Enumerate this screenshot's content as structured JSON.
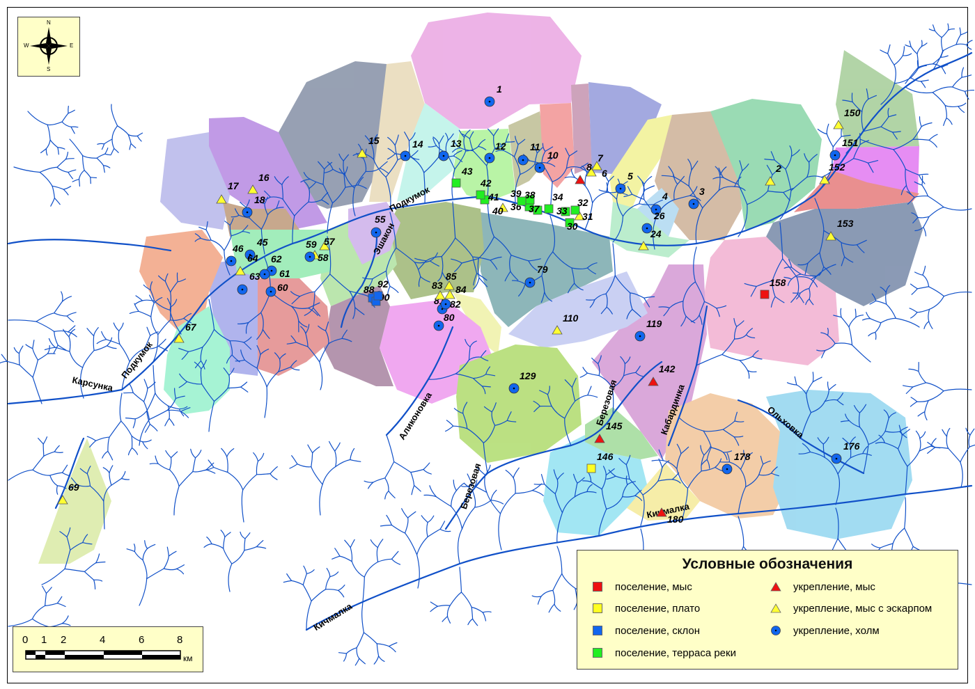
{
  "legend": {
    "title": "Условные обозначения",
    "items": [
      {
        "label": "поселение, мыс",
        "symbol": "square",
        "color": "#ee1111"
      },
      {
        "label": "поселение, плато",
        "symbol": "square",
        "color": "#ffff22"
      },
      {
        "label": "поселение, склон",
        "symbol": "square",
        "color": "#1166ee"
      },
      {
        "label": "поселение, терраса реки",
        "symbol": "square",
        "color": "#22ee22"
      },
      {
        "label": "укрепление, мыс",
        "symbol": "triangle",
        "color": "#ee1111"
      },
      {
        "label": "укрепление, мыс с эскарпом",
        "symbol": "triangle",
        "color": "#ffff33"
      },
      {
        "label": "укрепление, холм",
        "symbol": "circle",
        "color": "#1166ee"
      }
    ]
  },
  "compass": {
    "n": "N",
    "s": "S",
    "e": "E",
    "w": "W"
  },
  "scale": {
    "ticks": [
      "0",
      "1",
      "2",
      "4",
      "6",
      "8"
    ],
    "unit": "км"
  },
  "rivers": [
    "Подкумок",
    "Эшакон",
    "Карсунка",
    "Подкумок",
    "Аликоновка",
    "Березовая",
    "Березовая",
    "Кабардинка",
    "Ольховка",
    "Кичмалка",
    "Кичмалка"
  ],
  "sites": [
    {
      "id": "1",
      "type": "circle"
    },
    {
      "id": "2",
      "type": "tri_y"
    },
    {
      "id": "3",
      "type": "circle"
    },
    {
      "id": "4",
      "type": "circle"
    },
    {
      "id": "5",
      "type": "circle"
    },
    {
      "id": "6",
      "type": "tri_y"
    },
    {
      "id": "7",
      "type": "tri_y"
    },
    {
      "id": "8",
      "type": "tri_r"
    },
    {
      "id": "10",
      "type": "circle"
    },
    {
      "id": "11",
      "type": "circle"
    },
    {
      "id": "12",
      "type": "circle"
    },
    {
      "id": "13",
      "type": "circle"
    },
    {
      "id": "14",
      "type": "circle"
    },
    {
      "id": "15",
      "type": "tri_y"
    },
    {
      "id": "16",
      "type": "tri_y"
    },
    {
      "id": "17",
      "type": "tri_y"
    },
    {
      "id": "18",
      "type": "circle"
    },
    {
      "id": "24",
      "type": "tri_y"
    },
    {
      "id": "26",
      "type": "circle"
    },
    {
      "id": "30",
      "type": "sq_g"
    },
    {
      "id": "31",
      "type": "tri_y"
    },
    {
      "id": "32",
      "type": "sq_g"
    },
    {
      "id": "33",
      "type": "sq_g"
    },
    {
      "id": "34",
      "type": "sq_g"
    },
    {
      "id": "36",
      "type": "sq_g"
    },
    {
      "id": "37",
      "type": "sq_g"
    },
    {
      "id": "38",
      "type": "sq_g"
    },
    {
      "id": "39",
      "type": "sq_g"
    },
    {
      "id": "40",
      "type": "tri_y"
    },
    {
      "id": "41",
      "type": "sq_g"
    },
    {
      "id": "42",
      "type": "sq_g"
    },
    {
      "id": "43",
      "type": "sq_g"
    },
    {
      "id": "45",
      "type": "circle"
    },
    {
      "id": "46",
      "type": "circle"
    },
    {
      "id": "55",
      "type": "circle"
    },
    {
      "id": "57",
      "type": "tri_y"
    },
    {
      "id": "58",
      "type": "tri_y"
    },
    {
      "id": "59",
      "type": "circle"
    },
    {
      "id": "60",
      "type": "circle"
    },
    {
      "id": "61",
      "type": "circle"
    },
    {
      "id": "62",
      "type": "circle"
    },
    {
      "id": "63",
      "type": "circle"
    },
    {
      "id": "64",
      "type": "tri_y"
    },
    {
      "id": "67",
      "type": "tri_y"
    },
    {
      "id": "69",
      "type": "tri_y"
    },
    {
      "id": "79",
      "type": "circle"
    },
    {
      "id": "80",
      "type": "circle"
    },
    {
      "id": "81",
      "type": "circle"
    },
    {
      "id": "82",
      "type": "circle"
    },
    {
      "id": "83",
      "type": "tri_y"
    },
    {
      "id": "84",
      "type": "tri_y"
    },
    {
      "id": "85",
      "type": "tri_y"
    },
    {
      "id": "88",
      "type": "sq_b"
    },
    {
      "id": "90",
      "type": "sq_b"
    },
    {
      "id": "92",
      "type": "sq_b"
    },
    {
      "id": "110",
      "type": "tri_y"
    },
    {
      "id": "119",
      "type": "circle"
    },
    {
      "id": "129",
      "type": "circle"
    },
    {
      "id": "142",
      "type": "tri_r"
    },
    {
      "id": "145",
      "type": "tri_r"
    },
    {
      "id": "146",
      "type": "sq_y"
    },
    {
      "id": "150",
      "type": "tri_y"
    },
    {
      "id": "151",
      "type": "circle"
    },
    {
      "id": "152",
      "type": "tri_y"
    },
    {
      "id": "153",
      "type": "tri_y"
    },
    {
      "id": "158",
      "type": "sq_r"
    },
    {
      "id": "176",
      "type": "circle"
    },
    {
      "id": "178",
      "type": "circle"
    },
    {
      "id": "180",
      "type": "tri_r"
    }
  ]
}
